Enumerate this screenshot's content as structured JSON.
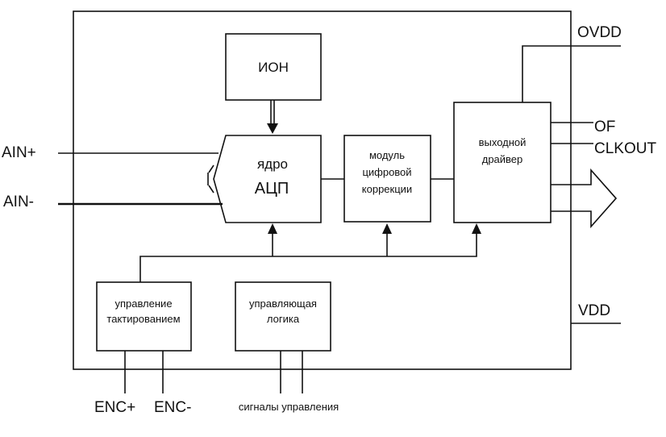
{
  "blocks": {
    "ion": "ИОН",
    "adc_core": {
      "line1": "ядро",
      "line2": "АЦП"
    },
    "dcm": {
      "line1": "модуль",
      "line2": "цифровой",
      "line3": "коррекции"
    },
    "out_driver": {
      "line1": "выходной",
      "line2": "драйвер"
    },
    "clock_ctrl": {
      "line1": "управление",
      "line2": "тактированием"
    },
    "ctrl_logic": {
      "line1": "управляющая",
      "line2": "логика"
    }
  },
  "pins": {
    "ain_plus": "AIN+",
    "ain_minus": "AIN-",
    "ovdd": "OVDD",
    "of": "OF",
    "clkout": "CLKOUT",
    "vdd": "VDD",
    "enc_plus": "ENC+",
    "enc_minus": "ENC-",
    "control_signals": "сигналы управления"
  }
}
